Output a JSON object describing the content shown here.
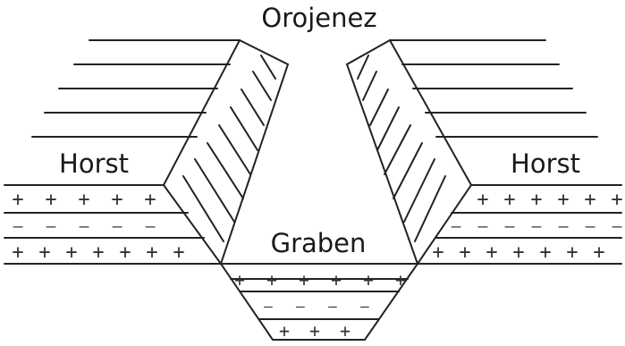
{
  "labels": {
    "top": "Orojenez",
    "left": "Horst",
    "right": "Horst",
    "center": "Graben"
  },
  "symbols": {
    "cross": "+",
    "dash": "—"
  },
  "colors": {
    "ink": "#222222",
    "background": "#ffffff"
  }
}
